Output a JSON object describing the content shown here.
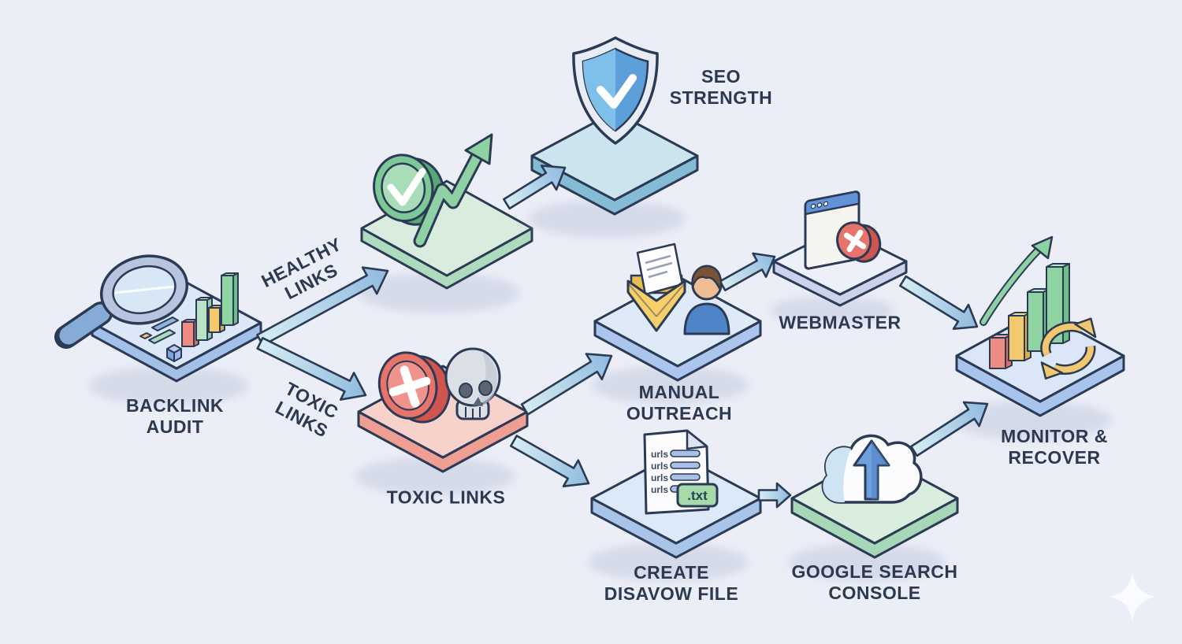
{
  "colors": {
    "background": "#eceef7",
    "outline_navy": "#2b3a55",
    "text": "#2d3950",
    "healthy_green": "#8ed2a4",
    "toxic_red": "#e8736b",
    "accent_blue": "#6292d8",
    "arrow_blue": "#a9d2e4",
    "warning_yellow": "#f2c76e",
    "txt_badge_green": "#a5dbab"
  },
  "nodes": {
    "backlink_audit": {
      "label": "BACKLINK\nAUDIT"
    },
    "seo_strength": {
      "label": "SEO\nSTRENGTH"
    },
    "toxic_links": {
      "label": "TOXIC LINKS"
    },
    "manual_outreach": {
      "label": "MANUAL\nOUTREACH"
    },
    "webmaster": {
      "label": "WEBMASTER"
    },
    "create_disavow": {
      "label": "CREATE\nDISAVOW FILE",
      "file_lines": [
        "urls",
        "urls",
        "urls",
        "urls"
      ],
      "file_extension": ".txt"
    },
    "google_search_console": {
      "label": "GOOGLE SEARCH\nCONSOLE"
    },
    "monitor_recover": {
      "label": "MONITOR &\nRECOVER"
    }
  },
  "edges": {
    "healthy": {
      "label": "HEALTHY\nLINKS"
    },
    "toxic": {
      "label": "TOXIC\nLINKS"
    }
  }
}
